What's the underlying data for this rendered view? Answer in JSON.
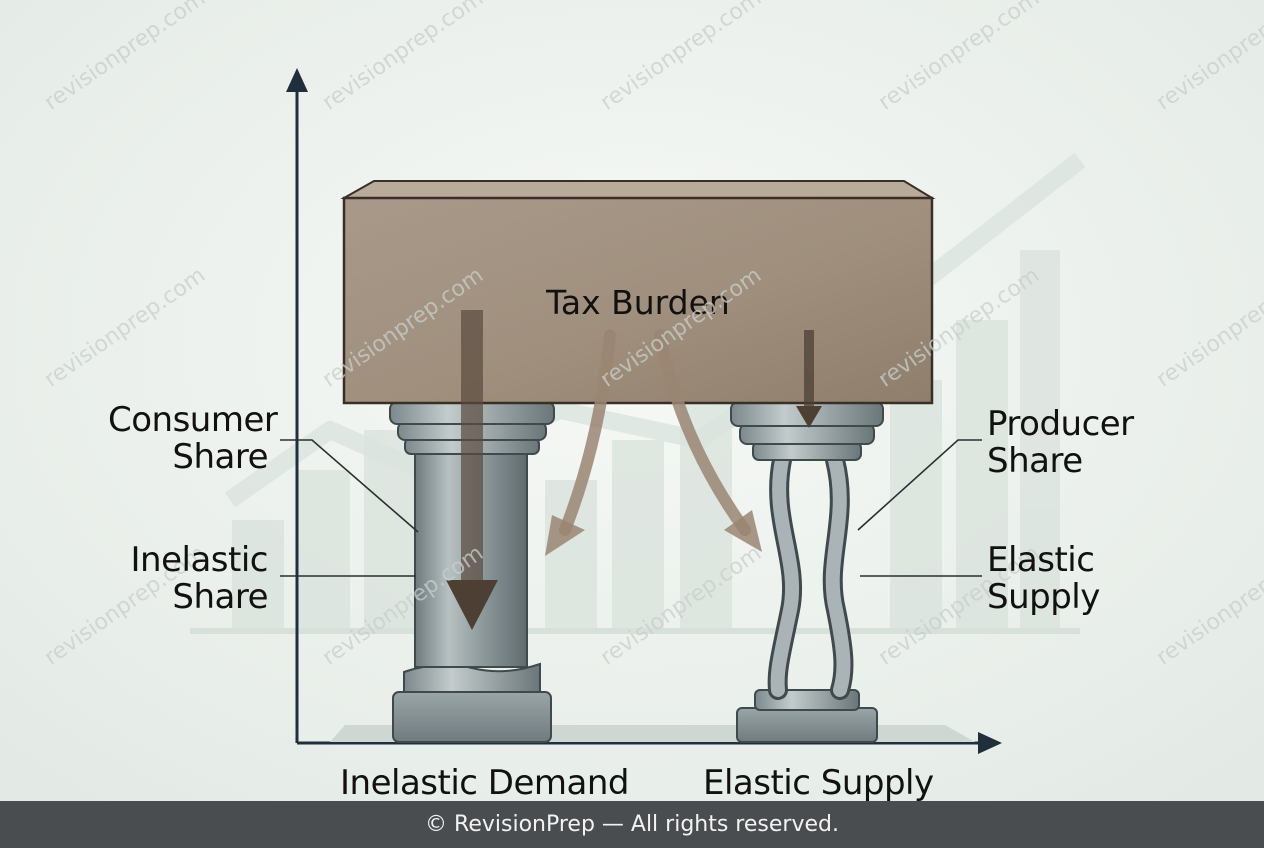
{
  "box_label": "Tax Burden",
  "left_labels": {
    "consumer_share": [
      "Consumer",
      "Share"
    ],
    "inelastic_share": [
      "Inelastic",
      "Share"
    ]
  },
  "right_labels": {
    "producer_share": [
      "Producer",
      "Share"
    ],
    "elastic_supply": [
      "Elastic",
      "Supply"
    ]
  },
  "axis_labels": {
    "inelastic_demand": "Inelastic Demand",
    "elastic_supply": "Elastic Supply"
  },
  "footer": "© RevisionPrep — All rights reserved.",
  "watermark": "revisionprep.com",
  "colors": {
    "box": "#a39481",
    "pillar": "#8a9698",
    "axis": "#1f2f3c",
    "arrow_tan": "#9a8572",
    "footer_bg": "#4a4d50"
  }
}
